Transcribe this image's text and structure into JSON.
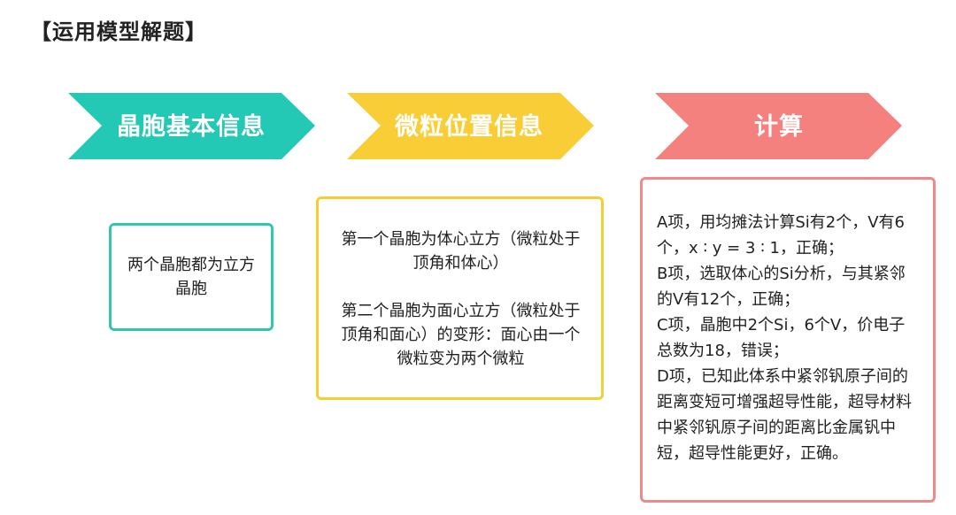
{
  "page": {
    "title": "【运用模型解题】"
  },
  "steps": [
    {
      "label": "晶胞基本信息",
      "color": "#23c9b4"
    },
    {
      "label": "微粒位置信息",
      "color": "#f8cd35"
    },
    {
      "label": "计算",
      "color": "#f5817e"
    }
  ],
  "boxes": {
    "basic_info": {
      "text": "两个晶胞都为立方晶胞",
      "border_color": "#2ec8b0"
    },
    "position_info": {
      "para_1": "第一个晶胞为体心立方（微粒处于顶角和体心）",
      "para_2": "第二个晶胞为面心立方（微粒处于顶角和面心）的变形：面心由一个微粒变为两个微粒",
      "border_color": "#f6ce2f"
    },
    "calculation": {
      "item_a": "A项，用均摊法计算Si有2个，V有6个，x ∶ y = 3 ∶ 1，正确；",
      "item_b": "B项，选取体心的Si分析，与其紧邻的V有12个，正确；",
      "item_c": "C项，晶胞中2个Si，6个V，价电子总数为18，错误；",
      "item_d": "D项，已知此体系中紧邻钒原子间的距离变短可增强超导性能，超导材料中紧邻钒原子间的距离比金属钒中短，超导性能更好，正确。",
      "border_color": "#f08a8a"
    }
  }
}
